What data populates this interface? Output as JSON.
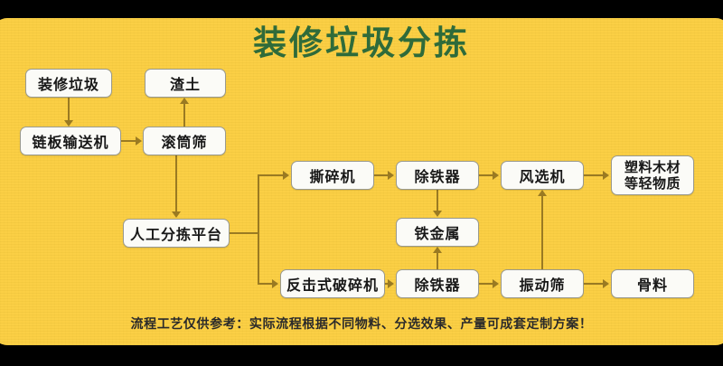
{
  "panel": {
    "background_color": "#fbcf42",
    "outer_background_color": "#000000"
  },
  "title": {
    "text": "装修垃圾分拣",
    "color": "#2f6b3a"
  },
  "footer": {
    "text": "流程工艺仅供参考：实际流程根据不同物料、分选效果、产量可成套定制方案！",
    "color": "#2a2a2a"
  },
  "diagram": {
    "line_color": "#9a7a22",
    "node_fill": "#fbfbf7",
    "node_border": "#9a9a8e",
    "nodes": [
      {
        "id": "decoration_waste",
        "label": "装修垃圾"
      },
      {
        "id": "slag_soil",
        "label": "渣土"
      },
      {
        "id": "chain_conveyor",
        "label": "链板输送机"
      },
      {
        "id": "drum_screen",
        "label": "滚筒筛"
      },
      {
        "id": "manual_sorting_platform",
        "label": "人工分拣平台"
      },
      {
        "id": "shredder",
        "label": "撕碎机"
      },
      {
        "id": "iron_remover_top",
        "label": "除铁器"
      },
      {
        "id": "air_separator",
        "label": "风选机"
      },
      {
        "id": "light_materials_line1",
        "label": "塑料木材"
      },
      {
        "id": "light_materials_line2",
        "label": "等轻物质"
      },
      {
        "id": "ferrous_metal",
        "label": "铁金属"
      },
      {
        "id": "impact_crusher",
        "label": "反击式破碎机"
      },
      {
        "id": "iron_remover_bottom",
        "label": "除铁器"
      },
      {
        "id": "vibrating_screen",
        "label": "振动筛"
      },
      {
        "id": "aggregate",
        "label": "骨料"
      }
    ]
  }
}
